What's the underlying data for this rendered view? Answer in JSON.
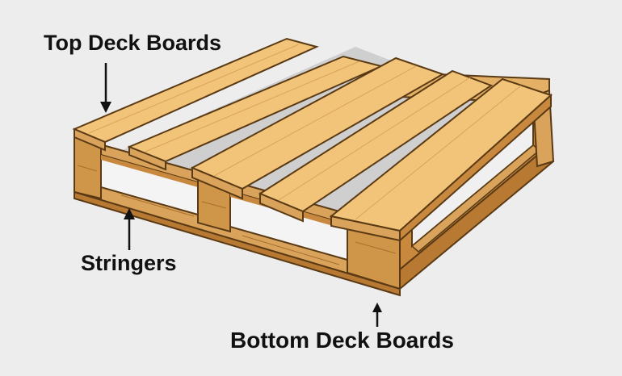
{
  "labels": {
    "top_deck_boards": "Top Deck Boards",
    "stringers": "Stringers",
    "bottom_deck_boards": "Bottom Deck Boards"
  },
  "colors": {
    "background": "#ededed",
    "wood_top": "#f2c479",
    "wood_front": "#d9a35c",
    "wood_side": "#c8893f",
    "wood_dark": "#a86f2e",
    "outline": "#5a3a14",
    "label_text": "#111111"
  }
}
